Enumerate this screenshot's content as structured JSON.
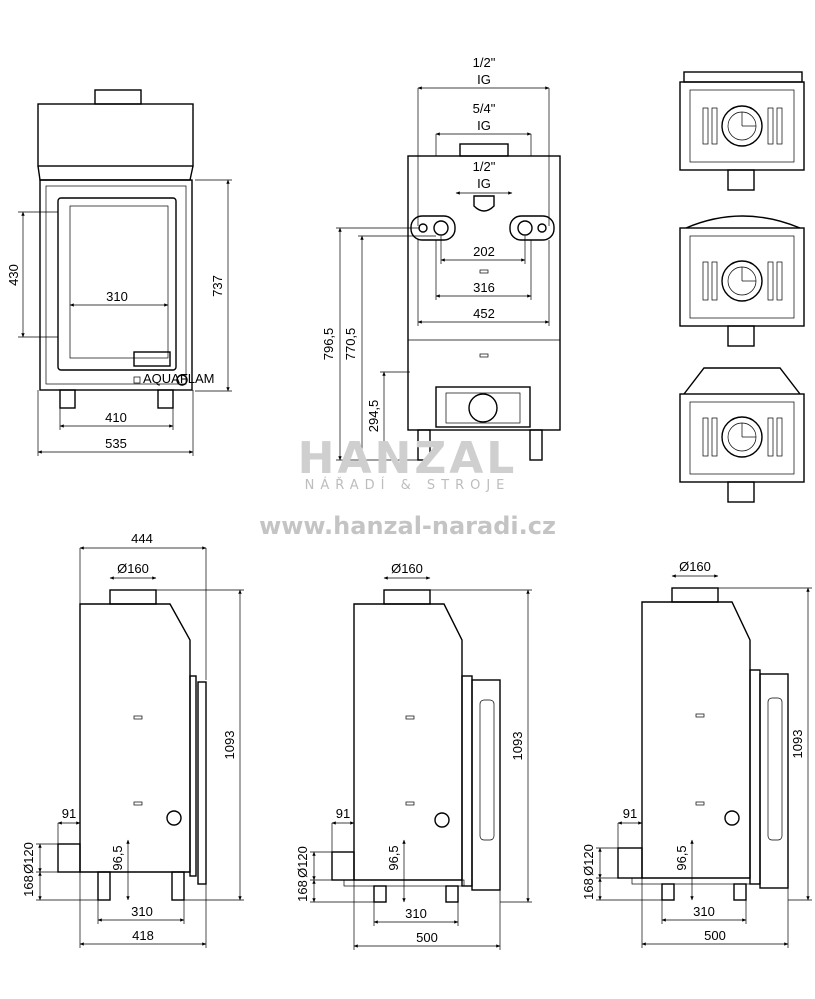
{
  "watermark": {
    "brand": "HANZAL",
    "tagline": "NÁŘADÍ & STROJE",
    "url": "www.hanzal-naradi.cz"
  },
  "front_view": {
    "height_737": "737",
    "glass_height_430": "430",
    "glass_width_310": "310",
    "feet_410": "410",
    "width_535": "535",
    "badge": "AQUAFLAM"
  },
  "back_view": {
    "conn_top_size": "1/2\"",
    "conn_top_thread": "IG",
    "conn_mid_size": "5/4\"",
    "conn_mid_thread": "IG",
    "conn_low_size": "1/2\"",
    "conn_low_thread": "IG",
    "dim_202": "202",
    "dim_316": "316",
    "dim_452": "452",
    "dim_796": "796,5",
    "dim_770": "770,5",
    "dim_294": "294,5"
  },
  "side_view_1": {
    "flue": "Ø160",
    "depth_top": "444",
    "height": "1093",
    "air_dim": "91",
    "air_height": "96,5",
    "inlet": "Ø120",
    "inlet_height": "168",
    "feet": "310",
    "depth": "418"
  },
  "side_view_2": {
    "flue": "Ø160",
    "height": "1093",
    "air_dim": "91",
    "air_height": "96,5",
    "inlet": "Ø120",
    "inlet_height": "168",
    "feet": "310",
    "depth": "500"
  },
  "side_view_3": {
    "flue": "Ø160",
    "height": "1093",
    "air_dim": "91",
    "air_height": "96,5",
    "inlet": "Ø120",
    "inlet_height": "168",
    "feet": "310",
    "depth": "500"
  }
}
